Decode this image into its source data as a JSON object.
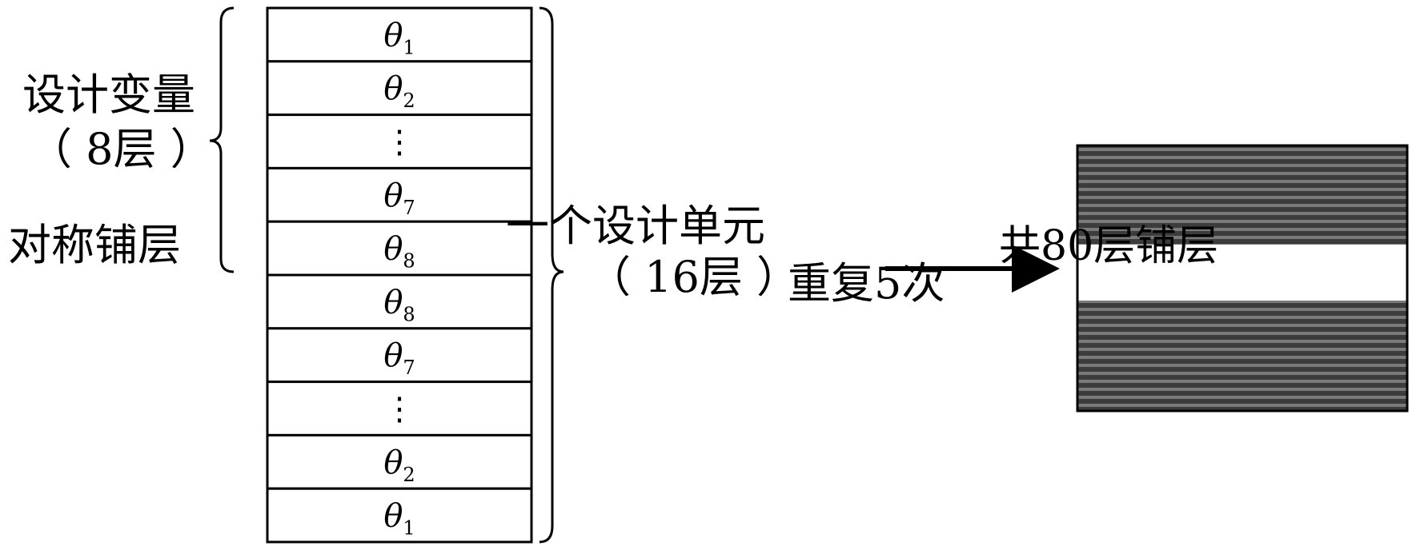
{
  "labels": {
    "design_variables": "设计变量",
    "design_variables_count": "（ 8层 ）",
    "symmetric_layup": "对称铺层",
    "design_unit": "一个设计单元",
    "design_unit_count": "（ 16层 ）",
    "repeat": "重复5次",
    "total_layers": "共80层铺层"
  },
  "layers": [
    {
      "symbol": "θ",
      "subscript": "1"
    },
    {
      "symbol": "θ",
      "subscript": "2"
    },
    {
      "symbol": "⋮",
      "subscript": ""
    },
    {
      "symbol": "θ",
      "subscript": "7"
    },
    {
      "symbol": "θ",
      "subscript": "8"
    },
    {
      "symbol": "θ",
      "subscript": "8"
    },
    {
      "symbol": "θ",
      "subscript": "7"
    },
    {
      "symbol": "⋮",
      "subscript": ""
    },
    {
      "symbol": "θ",
      "subscript": "2"
    },
    {
      "symbol": "θ",
      "subscript": "1"
    }
  ],
  "colors": {
    "stripe_dark": "#3c3c3c",
    "stripe_light": "#7a7a7a",
    "line": "#000000"
  }
}
